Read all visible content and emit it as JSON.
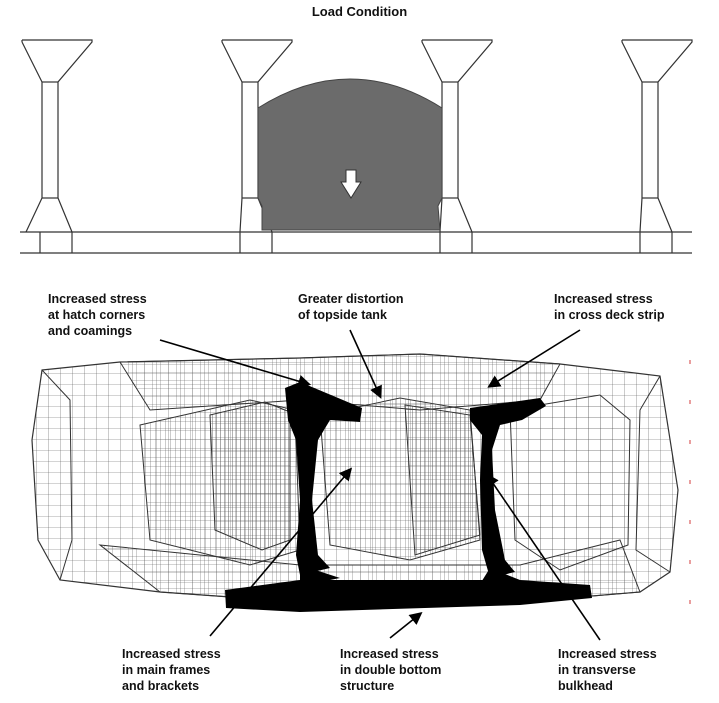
{
  "load_condition_title": "Load Condition",
  "colors": {
    "line": "#333333",
    "cargo_fill": "#6b6b6b",
    "mesh_line": "#555555",
    "high_stress": "#000000",
    "red_tick": "#d33c3c"
  },
  "callouts": [
    {
      "id": "hatch-corners",
      "lines": [
        "Increased stress",
        "at hatch corners",
        "and coamings"
      ]
    },
    {
      "id": "topside-tank",
      "lines": [
        "Greater distortion",
        "of topside tank"
      ]
    },
    {
      "id": "cross-deck",
      "lines": [
        "Increased stress",
        "in cross deck strip"
      ]
    },
    {
      "id": "main-frames",
      "lines": [
        "Increased stress",
        "in main frames",
        "and brackets"
      ]
    },
    {
      "id": "double-bottom",
      "lines": [
        "Increased stress",
        "in double bottom",
        "structure"
      ]
    },
    {
      "id": "transverse-bulkhead",
      "lines": [
        "Increased stress",
        "in transverse",
        "bulkhead"
      ]
    }
  ]
}
